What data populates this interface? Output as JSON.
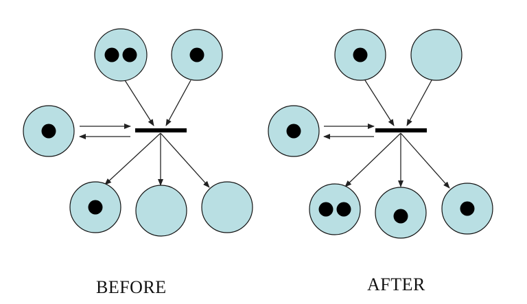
{
  "colors": {
    "place_fill": "#b9dfe3",
    "place_stroke": "#111111",
    "token": "#000000",
    "transition": "#000000",
    "arc": "#222222",
    "background": "#ffffff"
  },
  "panels": [
    {
      "caption": "BEFORE",
      "places": [
        {
          "id": "top-left",
          "tokens": 2
        },
        {
          "id": "top-right",
          "tokens": 1
        },
        {
          "id": "side",
          "tokens": 1
        },
        {
          "id": "bottom-left",
          "tokens": 1
        },
        {
          "id": "bottom-middle",
          "tokens": 0
        },
        {
          "id": "bottom-right",
          "tokens": 0
        }
      ]
    },
    {
      "caption": "AFTER",
      "places": [
        {
          "id": "top-left",
          "tokens": 1
        },
        {
          "id": "top-right",
          "tokens": 0
        },
        {
          "id": "side",
          "tokens": 1
        },
        {
          "id": "bottom-left",
          "tokens": 2
        },
        {
          "id": "bottom-middle",
          "tokens": 1
        },
        {
          "id": "bottom-right",
          "tokens": 1
        }
      ]
    }
  ]
}
